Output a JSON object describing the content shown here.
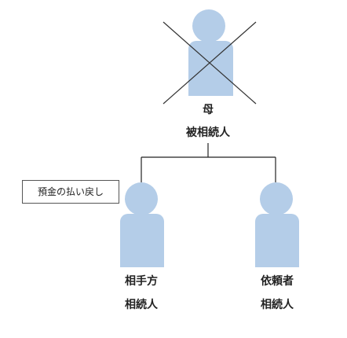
{
  "colors": {
    "person_fill": "#b4cde8",
    "line": "#222222",
    "cross": "#333333"
  },
  "mother": {
    "name": "母",
    "role": "被相続人",
    "crossed_out": true,
    "icon": "person-icon"
  },
  "opponent": {
    "name": "相手方",
    "role": "相続人",
    "icon": "person-icon"
  },
  "client": {
    "name": "依頼者",
    "role": "相続人",
    "icon": "person-icon"
  },
  "note": {
    "text": "預金の払い戻し"
  }
}
